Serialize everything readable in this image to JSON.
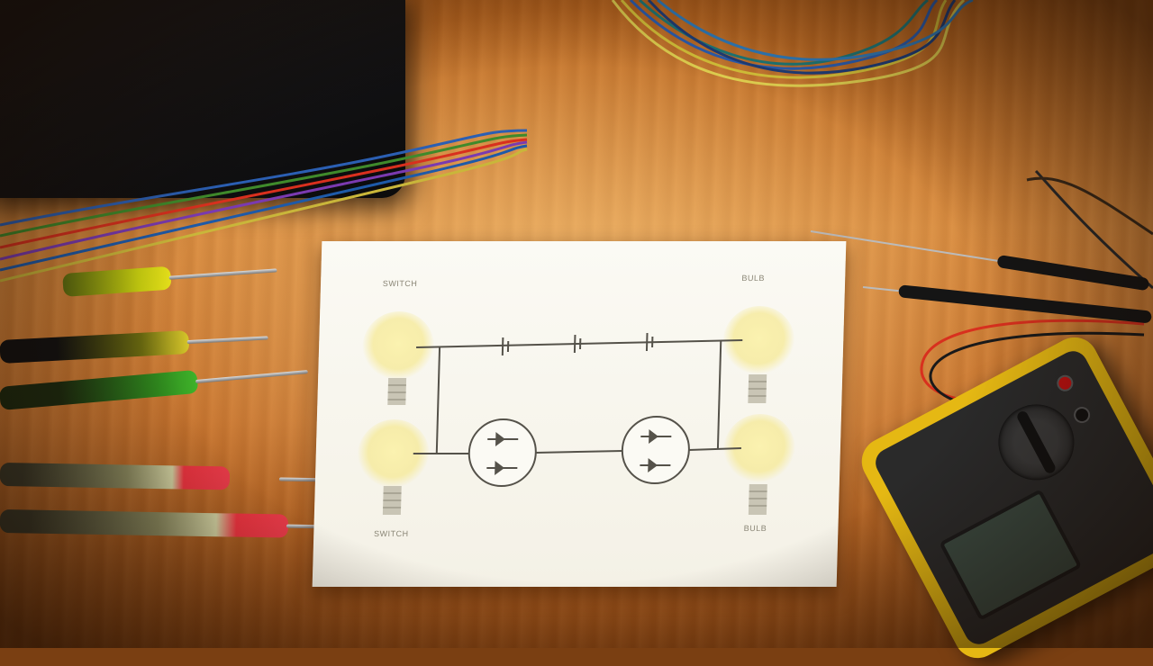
{
  "scene": {
    "description_free": true,
    "lamp_labels": {
      "top_left": "SWITCH",
      "top_right": "BULB",
      "bottom_left": "SWITCH",
      "bottom_right": "BULB"
    }
  },
  "colors": {
    "desk_wood": "#c87530",
    "paper": "#f7f5ec",
    "bulb_glow": "#f6ea9a",
    "multimeter_yellow": "#e5b813",
    "wire_red": "#d8301e",
    "wire_blue": "#2b5fb3",
    "wire_green": "#3f8a2b",
    "wire_yellow": "#d6c33a"
  },
  "icons": [
    "light-bulb-icon",
    "battery-cell-icon",
    "switch-circle-icon",
    "screwdriver-icon",
    "multimeter-icon",
    "test-probe-icon"
  ]
}
